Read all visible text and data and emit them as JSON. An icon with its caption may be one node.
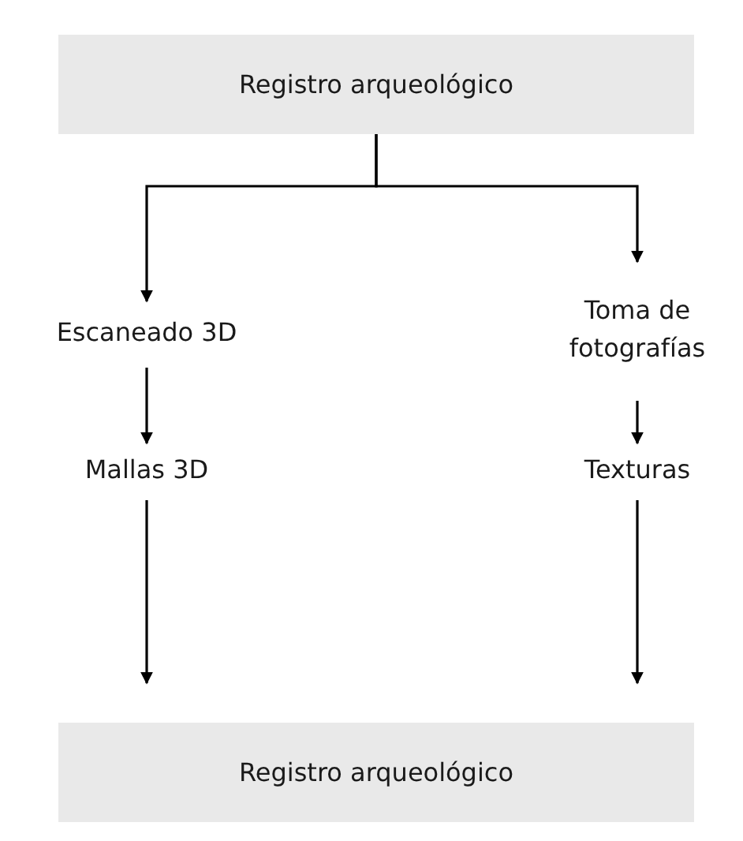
{
  "diagram": {
    "nodes": [
      {
        "text": [
          "Registro arqueológico"
        ]
      },
      {
        "text": [
          "Escaneado 3D"
        ]
      },
      {
        "text": [
          "Toma de fotografías"
        ]
      },
      {
        "text": [
          "Mallas 3D"
        ]
      },
      {
        "text": [
          "Texturas"
        ]
      },
      {
        "text": [
          "Registro arqueológico"
        ]
      }
    ],
    "edges": [
      {
        "from": 0,
        "to": 1,
        "arrow": "to"
      },
      {
        "from": 0,
        "to": 2,
        "arrow": "to"
      },
      {
        "from": 1,
        "to": 3,
        "arrow": "to"
      },
      {
        "from": 2,
        "to": 4,
        "arrow": "to"
      },
      {
        "from": 3,
        "to": 5,
        "arrow": "to"
      },
      {
        "from": 4,
        "to": 5,
        "arrow": "to"
      }
    ]
  }
}
